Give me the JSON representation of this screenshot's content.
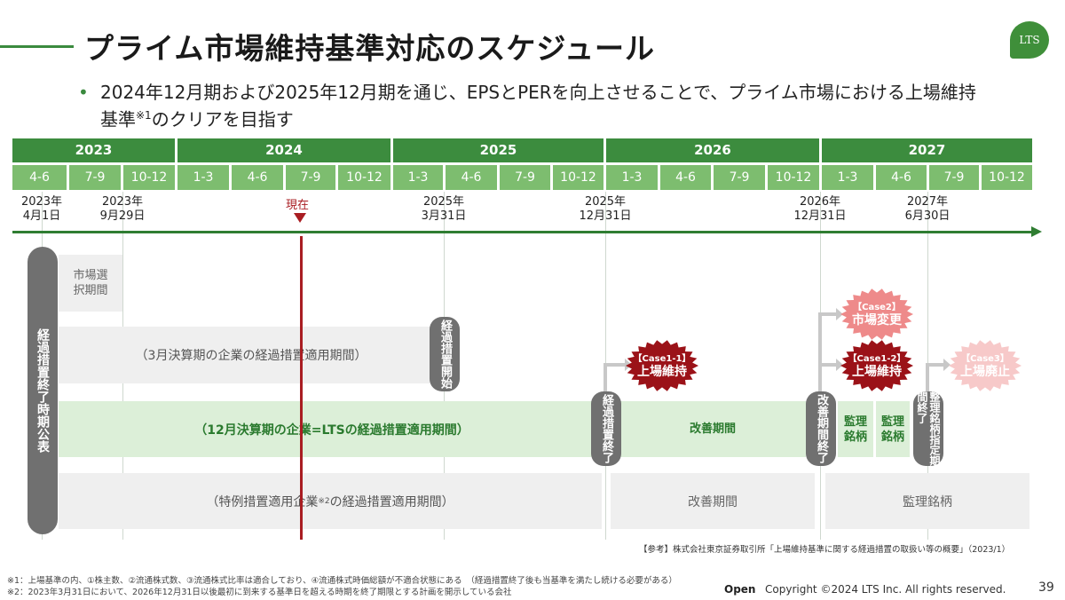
{
  "title": "プライム市場維持基準対応のスケジュール",
  "logo": "LTS",
  "bullet": {
    "text_before": "2024年12月期および2025年12月期を通じ、EPSとPERを向上させることで、プライム市場における上場維持基準",
    "sup": "※1",
    "text_after": "のクリアを目指す"
  },
  "years": [
    "2023",
    "2024",
    "2025",
    "2026",
    "2027"
  ],
  "quarters": [
    "4-6",
    "7-9",
    "10-12",
    "1-3",
    "4-6",
    "7-9",
    "10-12",
    "1-3",
    "4-6",
    "7-9",
    "10-12",
    "1-3",
    "4-6",
    "7-9",
    "10-12",
    "1-3",
    "4-6",
    "7-9",
    "10-12"
  ],
  "dates": [
    {
      "l1": "2023年",
      "l2": "4月1日"
    },
    {
      "l1": "2023年",
      "l2": "9月29日"
    },
    {
      "l1": "2025年",
      "l2": "3月31日"
    },
    {
      "l1": "2025年",
      "l2": "12月31日"
    },
    {
      "l1": "2026年",
      "l2": "12月31日"
    },
    {
      "l1": "2027年",
      "l2": "6月30日"
    }
  ],
  "now_label": "現在",
  "pill_announce": "経過措置終了時期公表",
  "market_select": "市場選択期間",
  "band_march": "（3月決算期の企業の経過措置適用期間）",
  "pill_start": "経過措置開始",
  "band_dec": "（12月決算期の企業=LTSの経過措置適用期間）",
  "pill_end1": "経過措置終了",
  "improve1": "改善期間",
  "pill_end2": "改善期間終了",
  "kanri1": "監理銘柄",
  "kanri2": "監理銘柄",
  "pill_seiri": "整理銘柄指定期間終了",
  "band_special": {
    "before": "（特例措置適用企業",
    "sup": "※2",
    "after": "の経過措置適用期間）"
  },
  "improve2": "改善期間",
  "kanri3": "監理銘柄",
  "case1_1": {
    "tag": "【Case1-1】",
    "label": "上場維持"
  },
  "case1_2": {
    "tag": "【Case1-2】",
    "label": "上場維持"
  },
  "case2": {
    "tag": "【Case2】",
    "label": "市場変更"
  },
  "case3": {
    "tag": "【Case3】",
    "label": "上場廃止"
  },
  "reference": "【参考】株式会社東京証券取引所「上場維持基準に関する経過措置の取扱い等の概要」（2023/1）",
  "footnote1": "※1：上場基準の内、①株主数、②流通株式数、③流通株式比率は適合しており、④流通株式時価総額が不適合状態にある　（経過措置終了後も当基準を満たし続ける必要がある）",
  "footnote2": "※2：2023年3月31日において、2026年12月31日以後最初に到来する基準日を超える時期を終了期限とする計画を開示している会社",
  "open": "Open",
  "copyright": "Copyright ©2024 LTS Inc. All rights reserved.",
  "page_number": "39",
  "colors": {
    "green_dark": "#3c8c3e",
    "green_light": "#7dbd6f",
    "red": "#a91d22",
    "gray": "#707070"
  }
}
